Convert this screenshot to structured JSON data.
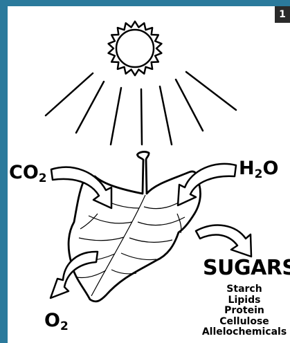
{
  "page_number": "1",
  "labels": {
    "co2": {
      "main": "CO",
      "sub": "2"
    },
    "h2o": {
      "pre": "H",
      "sub": "2",
      "post": "O"
    },
    "o2": {
      "main": "O",
      "sub": "2"
    },
    "sugars": "SUGARS"
  },
  "products": [
    "Starch",
    "Lipids",
    "Protein",
    "Cellulose",
    "Allelochemicals"
  ],
  "colors": {
    "background": "#2b7a9c",
    "panel": "#ffffff",
    "ink": "#000000",
    "badge": "#2a2a2a"
  },
  "icons": [
    "sun-icon",
    "leaf-icon",
    "arrow-co2-icon",
    "arrow-h2o-icon",
    "arrow-sugars-icon",
    "arrow-o2-icon"
  ]
}
